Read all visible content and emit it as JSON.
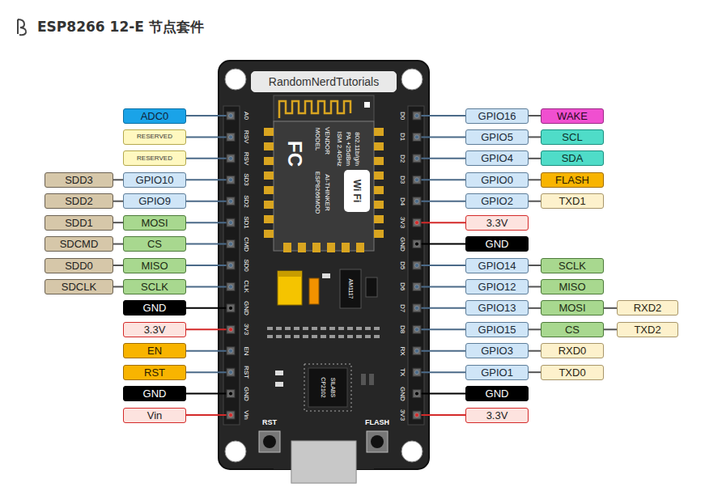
{
  "diagram": {
    "title": "ESP8266 12-E 节点套件",
    "nodes": [
      {
        "text": [
          "RandomNerdTutorials"
        ]
      },
      {
        "text": [
          "ADC0"
        ]
      },
      {
        "text": [
          "GPIO16"
        ]
      },
      {
        "text": [
          "WAKE"
        ]
      },
      {
        "text": [
          "RESERVED"
        ]
      },
      {
        "text": [
          "GPIO5"
        ]
      },
      {
        "text": [
          "SCL"
        ]
      },
      {
        "text": [
          "RESERVED"
        ]
      },
      {
        "text": [
          "GPIO4"
        ]
      },
      {
        "text": [
          "SDA"
        ]
      },
      {
        "text": [
          "SDD3"
        ]
      },
      {
        "text": [
          "GPIO10"
        ]
      },
      {
        "text": [
          "GPIO0"
        ]
      },
      {
        "text": [
          "FLASH"
        ]
      },
      {
        "text": [
          "SDD2"
        ]
      },
      {
        "text": [
          "GPIO9"
        ]
      },
      {
        "text": [
          "GPIO2"
        ]
      },
      {
        "text": [
          "TXD1"
        ]
      },
      {
        "text": [
          "SDD1"
        ]
      },
      {
        "text": [
          "MOSI"
        ]
      },
      {
        "text": [
          "3.3V"
        ]
      },
      {
        "text": [
          "SDCMD"
        ]
      },
      {
        "text": [
          "CS"
        ]
      },
      {
        "text": [
          "GND"
        ]
      },
      {
        "text": [
          "SDD0"
        ]
      },
      {
        "text": [
          "MISO"
        ]
      },
      {
        "text": [
          "GPIO14"
        ]
      },
      {
        "text": [
          "SCLK"
        ]
      },
      {
        "text": [
          "SDCLK"
        ]
      },
      {
        "text": [
          "SCLK"
        ]
      },
      {
        "text": [
          "GPIO12"
        ]
      },
      {
        "text": [
          "MISO"
        ]
      },
      {
        "text": [
          "GND"
        ]
      },
      {
        "text": [
          "GPIO13"
        ]
      },
      {
        "text": [
          "MOSI"
        ]
      },
      {
        "text": [
          "RXD2"
        ]
      },
      {
        "text": [
          "3.3V"
        ]
      },
      {
        "text": [
          "GPIO15"
        ]
      },
      {
        "text": [
          "CS"
        ]
      },
      {
        "text": [
          "TXD2"
        ]
      },
      {
        "text": [
          "EN"
        ]
      },
      {
        "text": [
          "GPIO3"
        ]
      },
      {
        "text": [
          "RXD0"
        ]
      },
      {
        "text": [
          "RST"
        ]
      },
      {
        "text": [
          "GPIO1"
        ]
      },
      {
        "text": [
          "TXD0"
        ]
      },
      {
        "text": [
          "GND"
        ]
      },
      {
        "text": [
          "GND"
        ]
      },
      {
        "text": [
          "Vin"
        ]
      },
      {
        "text": [
          "3.3V"
        ]
      }
    ],
    "edges": [
      {
        "from": 2,
        "to": 3,
        "arrow": "none"
      },
      {
        "from": 5,
        "to": 6,
        "arrow": "none"
      },
      {
        "from": 8,
        "to": 9,
        "arrow": "none"
      },
      {
        "from": 10,
        "to": 11,
        "arrow": "none"
      },
      {
        "from": 12,
        "to": 13,
        "arrow": "none"
      },
      {
        "from": 14,
        "to": 15,
        "arrow": "none"
      },
      {
        "from": 16,
        "to": 17,
        "arrow": "none"
      },
      {
        "from": 18,
        "to": 19,
        "arrow": "none"
      },
      {
        "from": 21,
        "to": 22,
        "arrow": "none"
      },
      {
        "from": 24,
        "to": 25,
        "arrow": "none"
      },
      {
        "from": 26,
        "to": 27,
        "arrow": "none"
      },
      {
        "from": 28,
        "to": 29,
        "arrow": "none"
      },
      {
        "from": 30,
        "to": 31,
        "arrow": "none"
      },
      {
        "from": 33,
        "to": 34,
        "arrow": "none"
      },
      {
        "from": 34,
        "to": 35,
        "arrow": "none"
      },
      {
        "from": 37,
        "to": 38,
        "arrow": "none"
      },
      {
        "from": 38,
        "to": 39,
        "arrow": "none"
      },
      {
        "from": 41,
        "to": 42,
        "arrow": "none"
      },
      {
        "from": 44,
        "to": 45,
        "arrow": "none"
      }
    ],
    "labels": [
      "A0",
      "RSV",
      "RSV",
      "SD3",
      "SD2",
      "SD1",
      "CMD",
      "SD0",
      "CLK",
      "GND",
      "3V3",
      "EN",
      "RST",
      "GND",
      "Vin",
      "D0",
      "D1",
      "D2",
      "D3",
      "D4",
      "3V3",
      "GND",
      "D5",
      "D6",
      "D7",
      "D8",
      "RX",
      "TX",
      "GND",
      "3V3",
      "FC",
      "MODEL",
      "VENDOR",
      "ESP8266MOD",
      "AI-THINKER",
      "ISM 2.4GHz",
      "PA +25dBm",
      "802.11b/g/n",
      "Wi Fi",
      "AM1117",
      "SILABS",
      "CP2102",
      "RST",
      "FLASH"
    ]
  }
}
